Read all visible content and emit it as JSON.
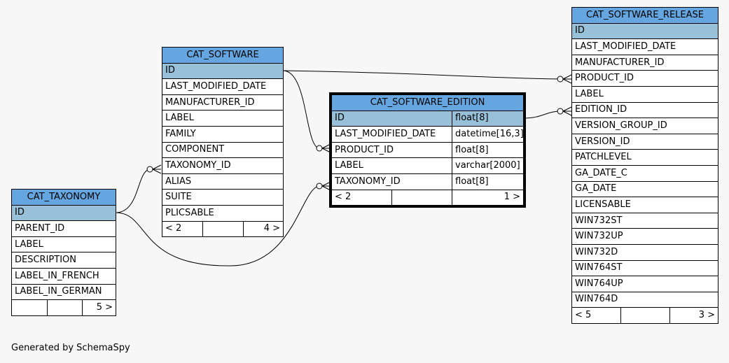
{
  "tables": {
    "cat_software": {
      "name": "CAT_SOFTWARE",
      "columns": [
        "ID",
        "LAST_MODIFIED_DATE",
        "MANUFACTURER_ID",
        "LABEL",
        "FAMILY",
        "COMPONENT",
        "TAXONOMY_ID",
        "ALIAS",
        "SUITE",
        "PLICSABLE"
      ],
      "footer": {
        "left": "< 2",
        "mid": "",
        "right": "4 >"
      }
    },
    "cat_taxonomy": {
      "name": "CAT_TAXONOMY",
      "columns": [
        "ID",
        "PARENT_ID",
        "LABEL",
        "DESCRIPTION",
        "LABEL_IN_FRENCH",
        "LABEL_IN_GERMAN"
      ],
      "footer": {
        "left": "",
        "mid": "",
        "right": "5 >"
      }
    },
    "cat_software_edition": {
      "name": "CAT_SOFTWARE_EDITION",
      "columns": [
        {
          "name": "ID",
          "type": "float[8]"
        },
        {
          "name": "LAST_MODIFIED_DATE",
          "type": "datetime[16,3]"
        },
        {
          "name": "PRODUCT_ID",
          "type": "float[8]"
        },
        {
          "name": "LABEL",
          "type": "varchar[2000]"
        },
        {
          "name": "TAXONOMY_ID",
          "type": "float[8]"
        }
      ],
      "footer": {
        "left": "< 2",
        "mid": "",
        "right": "1 >"
      }
    },
    "cat_software_release": {
      "name": "CAT_SOFTWARE_RELEASE",
      "columns": [
        "ID",
        "LAST_MODIFIED_DATE",
        "MANUFACTURER_ID",
        "PRODUCT_ID",
        "LABEL",
        "EDITION_ID",
        "VERSION_GROUP_ID",
        "VERSION_ID",
        "PATCHLEVEL",
        "GA_DATE_C",
        "GA_DATE",
        "LICENSABLE",
        "WIN732ST",
        "WIN732UP",
        "WIN732D",
        "WIN764ST",
        "WIN764UP",
        "WIN764D"
      ],
      "footer": {
        "left": "< 5",
        "mid": "",
        "right": "3 >"
      }
    }
  },
  "footer_text": "Generated by SchemaSpy"
}
